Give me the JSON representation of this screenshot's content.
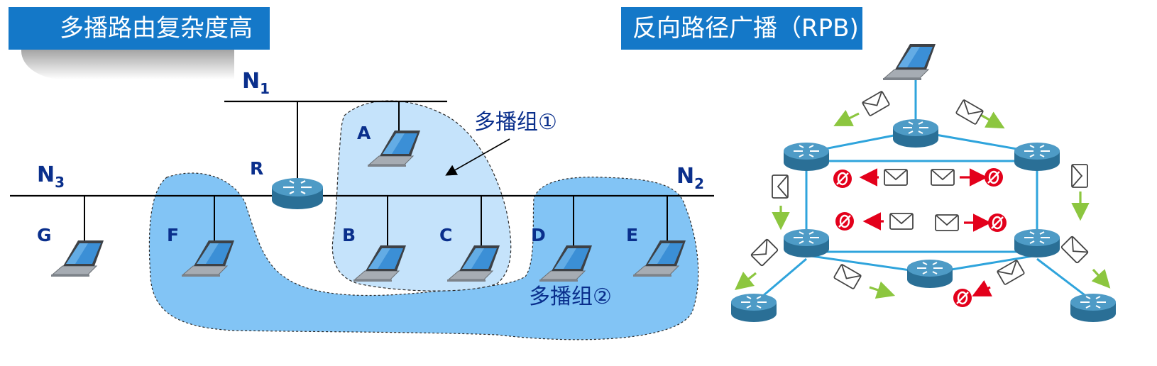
{
  "left_panel": {
    "title": "多播路由复杂度高",
    "networks": {
      "n1": "N",
      "n1_sub": "1",
      "n2": "N",
      "n2_sub": "2",
      "n3": "N",
      "n3_sub": "3"
    },
    "router_label": "R",
    "hosts": [
      "A",
      "B",
      "C",
      "D",
      "E",
      "F",
      "G"
    ],
    "group1_label": "多播组①",
    "group2_label": "多播组②"
  },
  "right_panel": {
    "title": "反向路径广播（RPB)"
  },
  "colors": {
    "banner": "#1478c8",
    "label_text": "#0a2f8c",
    "group1_fill": "#c5e3fb",
    "group2_fill": "#82c4f5",
    "link": "#2fa4dc",
    "forward_arrow": "#8cc63f",
    "drop_arrow": "#e3001b"
  },
  "icons": [
    "laptop-icon",
    "router-icon",
    "envelope-icon",
    "drop-icon"
  ]
}
